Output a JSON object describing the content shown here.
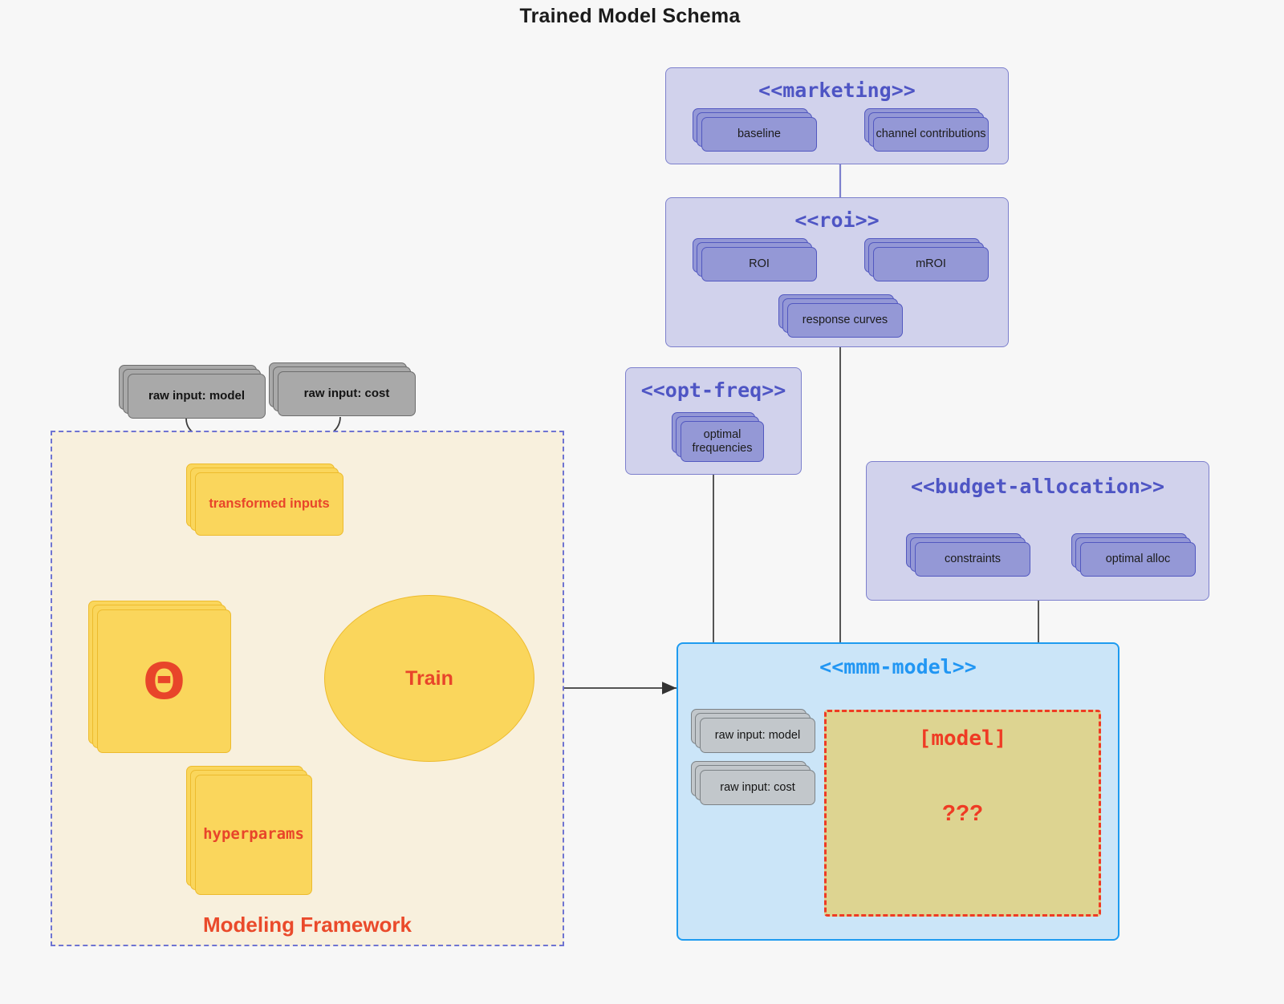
{
  "title": "Trained Model Schema",
  "colors": {
    "background": "#f7f7f7",
    "package_lavender_fill": "#d1d2ec",
    "package_lavender_border": "#7d80cd",
    "package_blue_fill": "#cbe5f8",
    "package_blue_border": "#1e9bf0",
    "node_periwinkle": "#9498d6",
    "node_gray": "#a9a9a9",
    "node_gray_light": "#c2c7cb",
    "node_yellow": "#fad65c",
    "framework_fill": "#f8f0dd",
    "framework_border": "#6f74d2",
    "accent_red": "#ea4a2b",
    "model_box_fill": "#ddd491",
    "stereotype_text": "#4e55c4",
    "mmm_stereotype_text": "#2196f3"
  },
  "packages": {
    "marketing": {
      "stereotype": "<<marketing>>",
      "nodes": [
        {
          "label": "baseline"
        },
        {
          "label": "channel contributions"
        }
      ]
    },
    "roi": {
      "stereotype": "<<roi>>",
      "nodes": [
        {
          "label": "ROI"
        },
        {
          "label": "mROI"
        },
        {
          "label": "response curves"
        }
      ]
    },
    "opt_freq": {
      "stereotype": "<<opt-freq>>",
      "nodes": [
        {
          "label": "optimal\nfrequencies",
          "line1": "optimal",
          "line2": "frequencies"
        }
      ]
    },
    "budget_allocation": {
      "stereotype": "<<budget-allocation>>",
      "nodes": [
        {
          "label": "constraints"
        },
        {
          "label": "optimal alloc"
        }
      ]
    },
    "mmm_model": {
      "stereotype": "<<mmm-model>>",
      "nodes": [
        {
          "label": "raw input: model"
        },
        {
          "label": "raw input: cost"
        }
      ],
      "model_box": {
        "title": "[model]",
        "subtitle": "???"
      }
    }
  },
  "framework": {
    "label": "Modeling Framework",
    "raw_inputs": [
      {
        "label": "raw input: model"
      },
      {
        "label": "raw input: cost"
      }
    ],
    "transformed_inputs": {
      "label": "transformed inputs"
    },
    "theta": {
      "glyph": "Θ"
    },
    "hyperparams": {
      "label": "hyperparams"
    },
    "train": {
      "label": "Train"
    }
  }
}
